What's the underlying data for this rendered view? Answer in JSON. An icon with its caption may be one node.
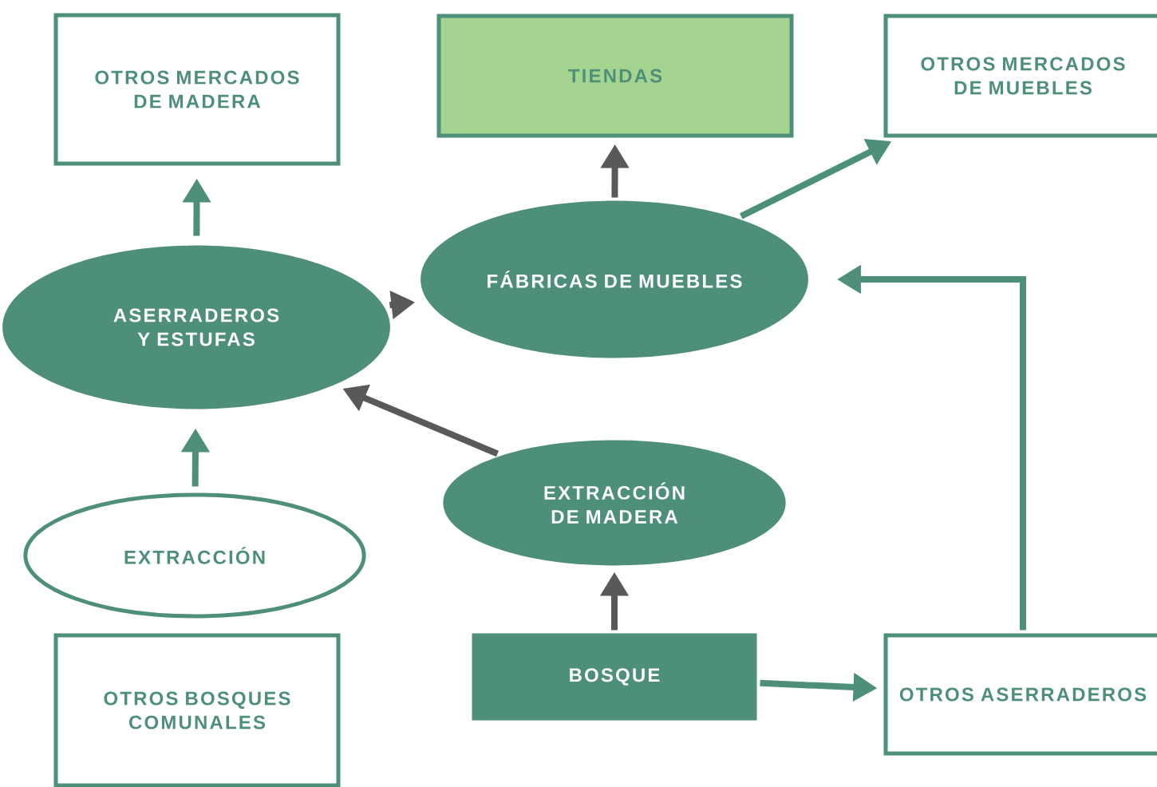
{
  "diagram": {
    "nodes": [
      {
        "text": [
          "OTROS MERCADOS DE MADERA"
        ]
      },
      {
        "text": [
          "TIENDAS"
        ]
      },
      {
        "text": [
          "OTROS MERCADOS DE MUEBLES"
        ]
      },
      {
        "text": [
          "FÁBRICAS DE MUEBLES"
        ]
      },
      {
        "text": [
          "ASERRADEROS Y ESTUFAS"
        ]
      },
      {
        "text": [
          "EXTRACCIÓN DE MADERA"
        ]
      },
      {
        "text": [
          "EXTRACCIÓN"
        ]
      },
      {
        "text": [
          "OTROS BOSQUES COMUNALES"
        ]
      },
      {
        "text": [
          "BOSQUE"
        ]
      },
      {
        "text": [
          "OTROS ASERRADEROS"
        ]
      }
    ],
    "edges": [
      {
        "from": 4,
        "to": 0,
        "arrow": "to"
      },
      {
        "from": 3,
        "to": 1,
        "arrow": "to",
        "color": "#58595b"
      },
      {
        "from": 4,
        "to": 3,
        "arrow": "to",
        "color": "#58595b"
      },
      {
        "from": 3,
        "to": 2,
        "arrow": "to"
      },
      {
        "from": 5,
        "to": 4,
        "arrow": "to",
        "color": "#58595b"
      },
      {
        "from": 6,
        "to": 4,
        "arrow": "to"
      },
      {
        "from": 8,
        "to": 5,
        "arrow": "to",
        "color": "#58595b"
      },
      {
        "from": 8,
        "to": 9,
        "arrow": "to"
      },
      {
        "from": 9,
        "to": 3,
        "arrow": "to"
      }
    ]
  }
}
